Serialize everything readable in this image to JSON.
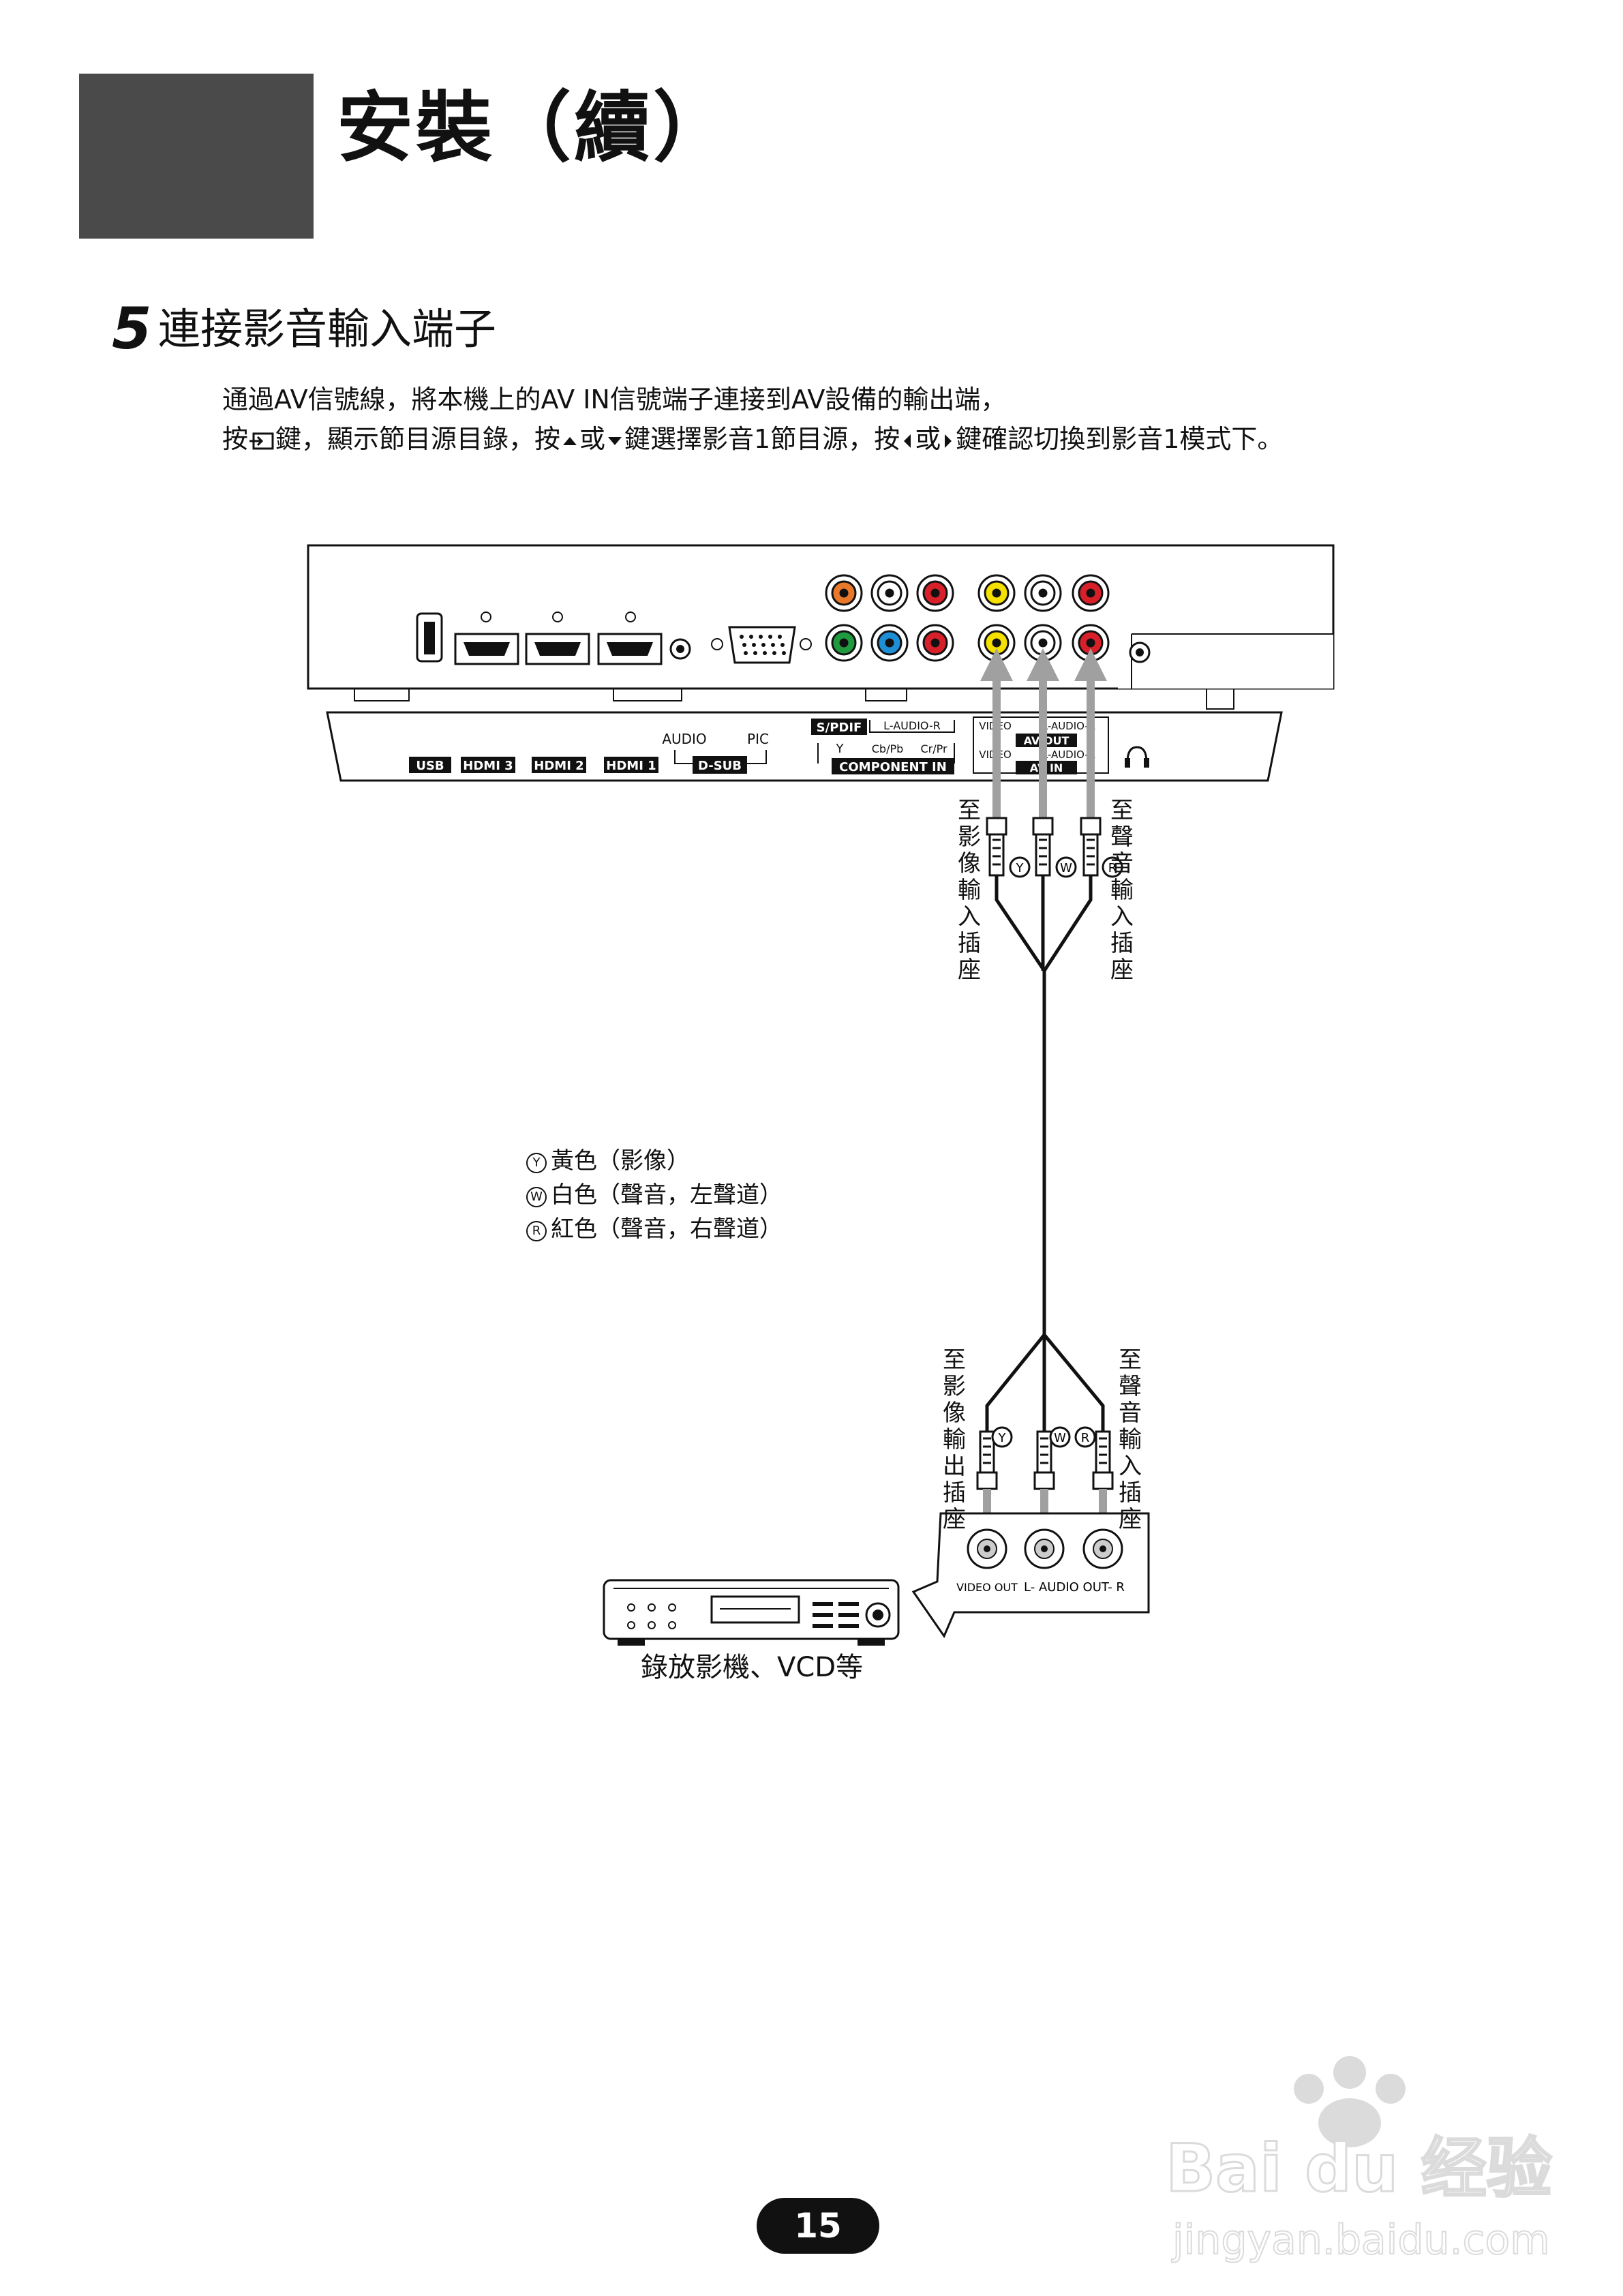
{
  "header": {
    "title": "安裝（續）"
  },
  "section": {
    "number": "5",
    "title": "連接影音輸入端子"
  },
  "instructions": {
    "line1": "通過AV信號線，將本機上的AV IN信號端子連接到AV設備的輸出端，",
    "line2_a": "按",
    "line2_b": "鍵，顯示節目源目錄，按",
    "line2_c": "或",
    "line2_d": "鍵選擇影音1節目源，按",
    "line2_e": "或",
    "line2_f": "鍵確認切換到影音1模式下。"
  },
  "panel": {
    "ports": [
      "USB",
      "HDMI 3",
      "HDMI 2",
      "HDMI 1"
    ],
    "dsub_audio": "AUDIO",
    "dsub_pic": "PIC",
    "dsub": "D-SUB",
    "spdif": "S/PDIF",
    "component_audio": "L-AUDIO-R",
    "component_y": "Y",
    "component_cb": "Cb/Pb",
    "component_cr": "Cr/Pr",
    "component": "COMPONENT IN",
    "av_video": "VIDEO",
    "av_audio": "L-AUDIO-R",
    "av_out": "AV OUT",
    "av_in": "AV IN",
    "headphone_icon": "headphone-icon"
  },
  "labels": {
    "to_video_in": "至影像輸入插座",
    "to_audio_in": "至聲音輸入插座",
    "to_video_out": "至影像輸出插座",
    "to_audio_in_bottom": "至聲音輸入插座",
    "plug_y": "Y",
    "plug_w": "W",
    "plug_r": "R"
  },
  "legend": [
    {
      "mark": "Y",
      "text": "黃色（影像）"
    },
    {
      "mark": "W",
      "text": "白色（聲音，左聲道）"
    },
    {
      "mark": "R",
      "text": "紅色（聲音，右聲道）"
    }
  ],
  "device": {
    "video_out": "VIDEO OUT",
    "audio_out": "L- AUDIO OUT- R",
    "caption": "錄放影機、VCD等"
  },
  "page_number": "15",
  "watermark": {
    "brand": "Bai du 经验",
    "url": "jingyan.baidu.com"
  },
  "colors": {
    "header_block": "#4a4a4a",
    "jack_orange": "#e8792a",
    "jack_red": "#d8202a",
    "jack_yellow": "#f5e000",
    "jack_green": "#1f9a3f",
    "jack_blue": "#1e8fd6",
    "arrow_gray": "#a0a0a0"
  }
}
